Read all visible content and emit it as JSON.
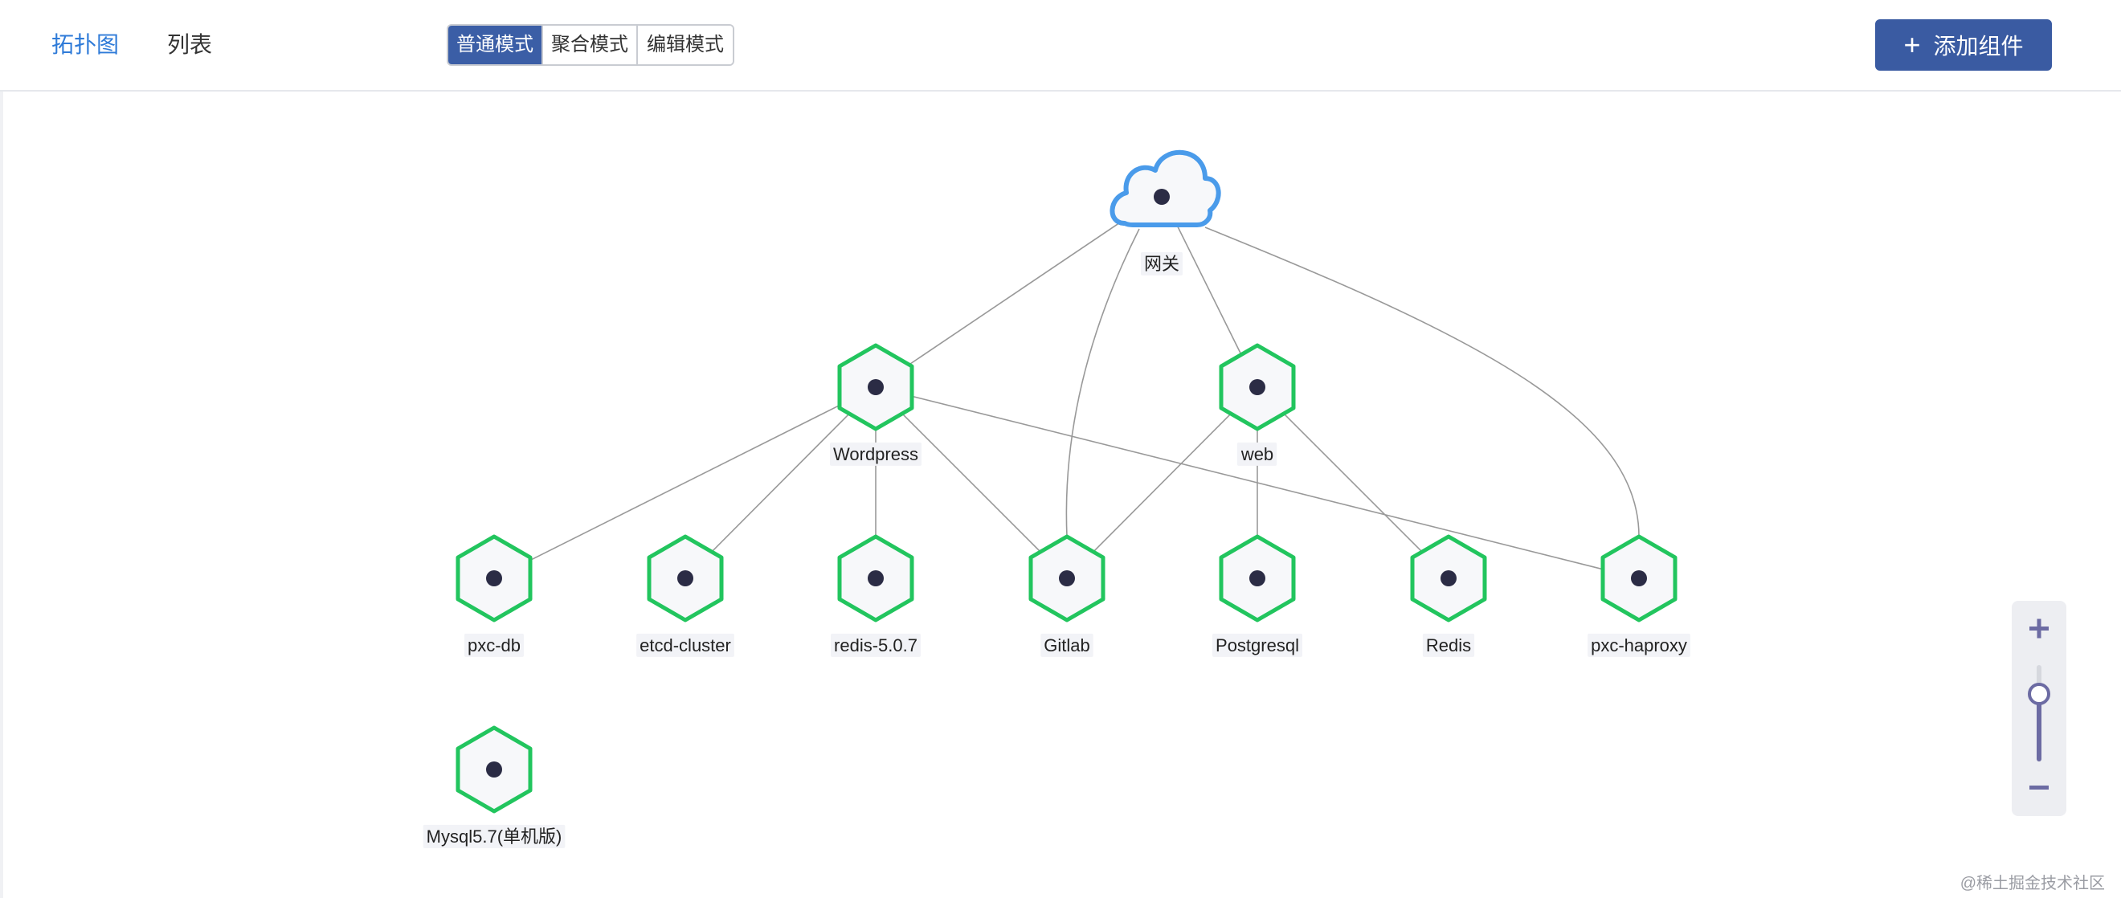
{
  "header": {
    "view_tabs": [
      {
        "label": "拓扑图",
        "active": true
      },
      {
        "label": "列表",
        "active": false
      }
    ],
    "modes": [
      {
        "label": "普通模式",
        "active": true
      },
      {
        "label": "聚合模式",
        "active": false
      },
      {
        "label": "编辑模式",
        "active": false
      }
    ],
    "add_button": {
      "icon": "plus-icon",
      "label": "添加组件"
    }
  },
  "colors": {
    "accent": "#3a5ba2",
    "active_tab": "#2f7bd8",
    "node_border": "#22c55e",
    "gateway_border": "#4a9bea",
    "node_dot": "#2b2c45",
    "edge": "#999999"
  },
  "topology": {
    "nodes": [
      {
        "id": "gateway",
        "label": "网关",
        "kind": "cloud"
      },
      {
        "id": "wordpress",
        "label": "Wordpress",
        "kind": "hexagon"
      },
      {
        "id": "web",
        "label": "web",
        "kind": "hexagon"
      },
      {
        "id": "pxc-db",
        "label": "pxc-db",
        "kind": "hexagon"
      },
      {
        "id": "etcd-cluster",
        "label": "etcd-cluster",
        "kind": "hexagon"
      },
      {
        "id": "redis-5.0.7",
        "label": "redis-5.0.7",
        "kind": "hexagon"
      },
      {
        "id": "gitlab",
        "label": "Gitlab",
        "kind": "hexagon"
      },
      {
        "id": "postgresql",
        "label": "Postgresql",
        "kind": "hexagon"
      },
      {
        "id": "redis",
        "label": "Redis",
        "kind": "hexagon"
      },
      {
        "id": "pxc-haproxy",
        "label": "pxc-haproxy",
        "kind": "hexagon"
      },
      {
        "id": "mysql",
        "label": "Mysql5.7(单机版)",
        "kind": "hexagon"
      }
    ],
    "edges": [
      {
        "from": "gateway",
        "to": "wordpress"
      },
      {
        "from": "gateway",
        "to": "web"
      },
      {
        "from": "gateway",
        "to": "gitlab"
      },
      {
        "from": "gateway",
        "to": "pxc-haproxy"
      },
      {
        "from": "wordpress",
        "to": "pxc-db"
      },
      {
        "from": "wordpress",
        "to": "etcd-cluster"
      },
      {
        "from": "wordpress",
        "to": "redis-5.0.7"
      },
      {
        "from": "wordpress",
        "to": "gitlab"
      },
      {
        "from": "wordpress",
        "to": "pxc-haproxy"
      },
      {
        "from": "web",
        "to": "gitlab"
      },
      {
        "from": "web",
        "to": "postgresql"
      },
      {
        "from": "web",
        "to": "redis"
      }
    ]
  },
  "zoom": {
    "level": 0.7,
    "in_icon": "plus-icon",
    "out_icon": "minus-icon"
  },
  "watermark": "@稀土掘金技术社区"
}
